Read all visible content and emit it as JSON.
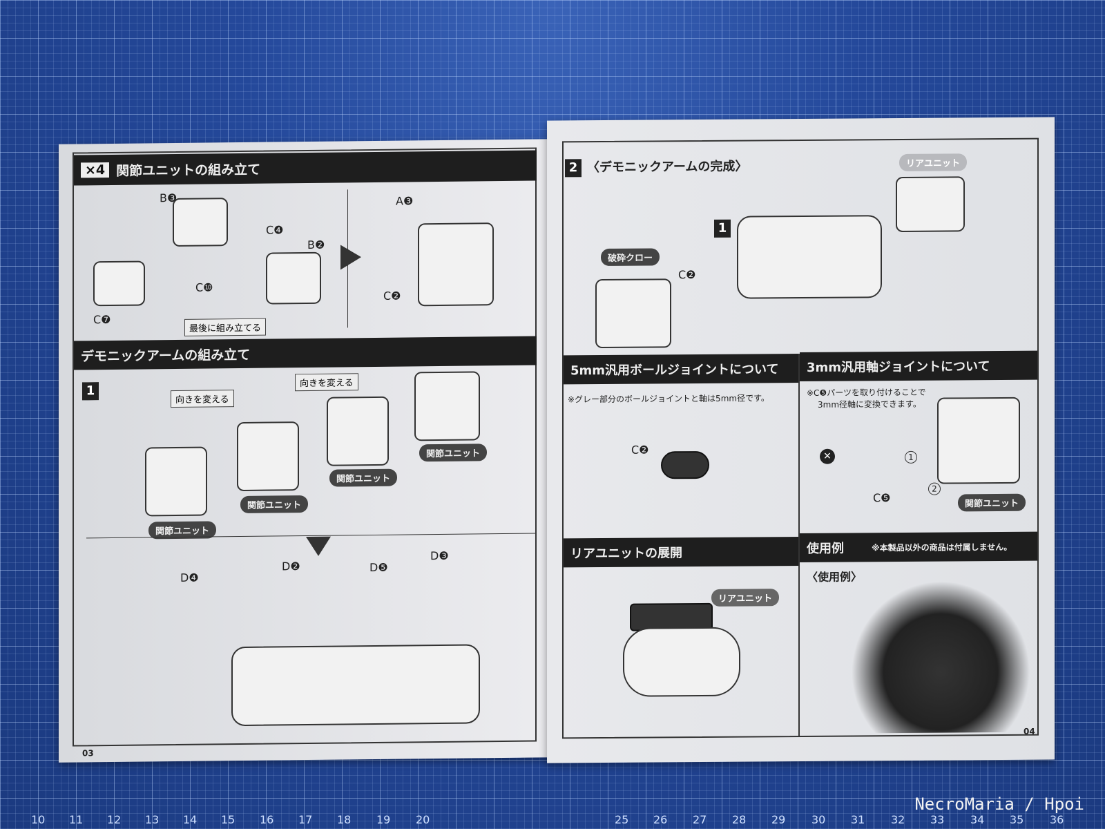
{
  "left_page": {
    "header1": {
      "multiplier": "×4",
      "title": "関節ユニットの組み立て"
    },
    "step_a_labels": [
      "B❸",
      "C❹",
      "B❷",
      "C❿",
      "C❼"
    ],
    "note_last": "最後に組み立てる",
    "step_b_labels": [
      "A❸",
      "C❷"
    ],
    "header2": "デモニックアームの組み立て",
    "step_num": "1",
    "turn_label": "向きを変える",
    "joint_unit": "関節ユニット",
    "fin_labels": [
      "D❹",
      "D❷",
      "D❺",
      "D❸"
    ],
    "page_no": "03"
  },
  "right_page": {
    "step_num": "2",
    "title": "〈デモニックアームの完成〉",
    "rear_unit": "リアユニット",
    "sub_step": "1",
    "claw": "破砕クロー",
    "c2": "C❷",
    "ball_header": "5mm汎用ボールジョイントについて",
    "ball_note": "※グレー部分のボールジョイントと軸は5mm径です。",
    "axis_header": "3mm汎用軸ジョイントについて",
    "axis_note_1": "※C❺パーツを取り付けることで",
    "axis_note_2": "3mm径軸に変換できます。",
    "circle1": "1",
    "circle2": "2",
    "c5": "C❺",
    "joint_unit": "関節ユニット",
    "deploy_header": "リアユニットの展開",
    "usage_header": "使用例",
    "usage_note": "※本製品以外の商品は付属しません。",
    "usage_sub": "〈使用例〉",
    "page_no": "04"
  },
  "mat_numbers": [
    "10",
    "11",
    "12",
    "13",
    "14",
    "15",
    "16",
    "17",
    "18",
    "19",
    "20",
    "25",
    "26",
    "27",
    "28",
    "29",
    "30",
    "31",
    "32",
    "33",
    "34",
    "35",
    "36"
  ],
  "watermark": "NecroMaria / Hpoi"
}
